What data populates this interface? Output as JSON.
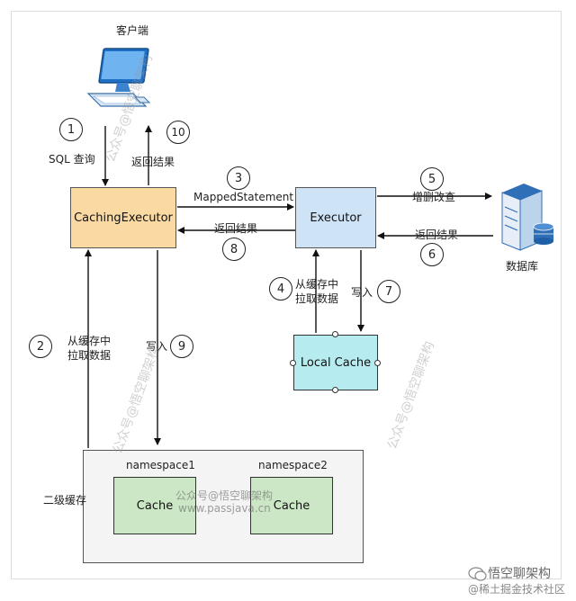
{
  "client": {
    "label": "客户端",
    "icon": "computer-icon"
  },
  "database": {
    "label": "数据库",
    "icon": "database-server-icon"
  },
  "nodes": {
    "caching_executor": "CachingExecutor",
    "executor": "Executor",
    "local_cache": "Local Cache",
    "second_level_cache": "二级缓存",
    "namespace1": "namespace1",
    "namespace2": "namespace2",
    "cache1": "Cache",
    "cache2": "Cache"
  },
  "steps": {
    "s1": {
      "num": "1",
      "label": "SQL  查询"
    },
    "s2": {
      "num": "2",
      "label_line1": "从缓存中",
      "label_line2": "拉取数据"
    },
    "s3": {
      "num": "3",
      "label": "MappedStatement"
    },
    "s4": {
      "num": "4",
      "label_line1": "从缓存中",
      "label_line2": "拉取数据"
    },
    "s5": {
      "num": "5",
      "label": "增删改查"
    },
    "s6": {
      "num": "6",
      "label": "返回结果"
    },
    "s7": {
      "num": "7",
      "label": "写入"
    },
    "s8": {
      "num": "8",
      "label": "返回结果"
    },
    "s9": {
      "num": "9",
      "label": "写入"
    },
    "s10": {
      "num": "10",
      "label": "返回结果"
    }
  },
  "watermarks": {
    "center_line1": "公众号@悟空聊架构",
    "center_line2": "www.passjava.cn",
    "diag1": "公众号@悟空聊架构",
    "diag2": "公众号@悟空聊架构",
    "diag3": "公众号@悟空聊架构",
    "footer_line1": "悟空聊架构",
    "footer_line2": "@稀土掘金技术社区"
  },
  "colors": {
    "caching_executor_fill": "#fbd9a3",
    "executor_fill": "#cfe3f7",
    "local_cache_fill": "#b6ecef",
    "cache_fill": "#cbe7c5",
    "second_level_fill": "#f4f4f4"
  }
}
